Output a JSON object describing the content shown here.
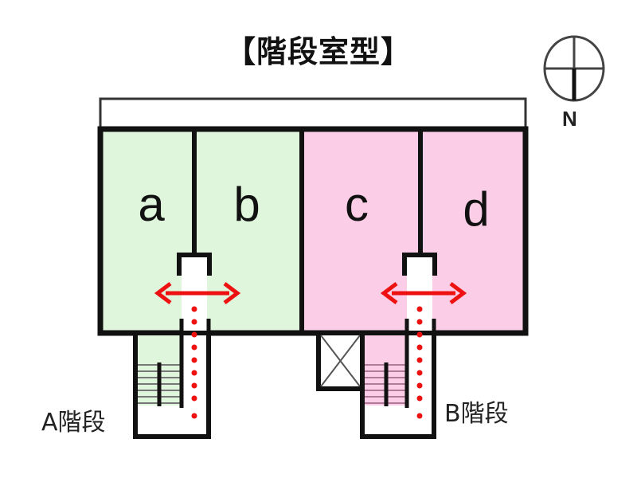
{
  "title": "【階段室型】",
  "compass": {
    "label": "N"
  },
  "units": [
    {
      "id": "a",
      "label": "a",
      "group": "A",
      "color": "#dff5dc"
    },
    {
      "id": "b",
      "label": "b",
      "group": "A",
      "color": "#dff5dc"
    },
    {
      "id": "c",
      "label": "c",
      "group": "B",
      "color": "#fbcde6"
    },
    {
      "id": "d",
      "label": "d",
      "group": "B",
      "color": "#fbcde6"
    }
  ],
  "stairs": [
    {
      "id": "A",
      "label": "A階段",
      "color": "#dff5dc"
    },
    {
      "id": "B",
      "label": "B階段",
      "color": "#fbcde6"
    }
  ],
  "colors": {
    "wall": "#111111",
    "arrow": "#ee1111",
    "green": "#dff5dc",
    "pink": "#fbcde6"
  }
}
